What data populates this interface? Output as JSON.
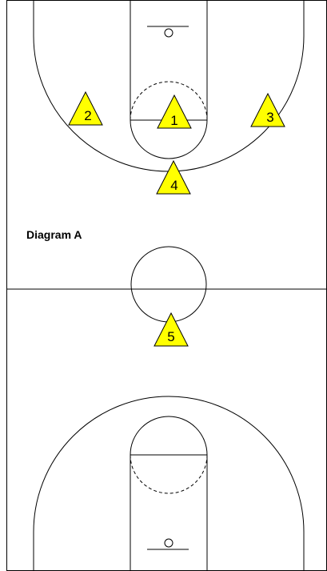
{
  "diagram": {
    "label": "Diagram A",
    "line_color": "#000000",
    "player_fill": "#ffff00"
  },
  "players": [
    {
      "number": "1"
    },
    {
      "number": "2"
    },
    {
      "number": "3"
    },
    {
      "number": "4"
    },
    {
      "number": "5"
    }
  ]
}
